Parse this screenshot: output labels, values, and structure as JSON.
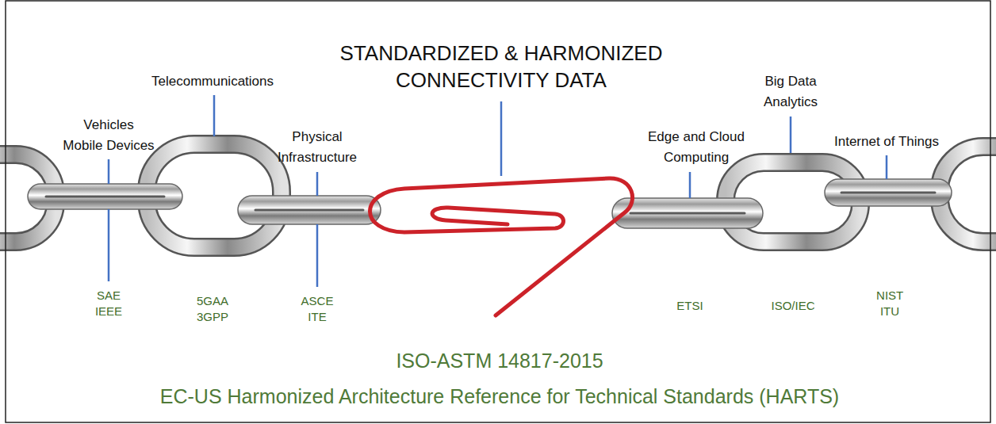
{
  "diagram": {
    "title": "STANDARDIZED & HARMONIZED CONNECTIVITY DATA",
    "labels": [
      "Vehicles Mobile Devices",
      "Telecommunications",
      "Physical Infrastructure",
      "Edge and Cloud Computing",
      "Big Data Analytics",
      "Internet of Things",
      "SAE IEEE",
      "5GAA 3GPP",
      "ASCE ITE",
      "ETSI",
      "ISO/IEC",
      "NIST ITU",
      "ISO-ASTM 14817-2015",
      "EC-US Harmonized Architecture Reference for Technical Standards (HARTS)"
    ]
  }
}
